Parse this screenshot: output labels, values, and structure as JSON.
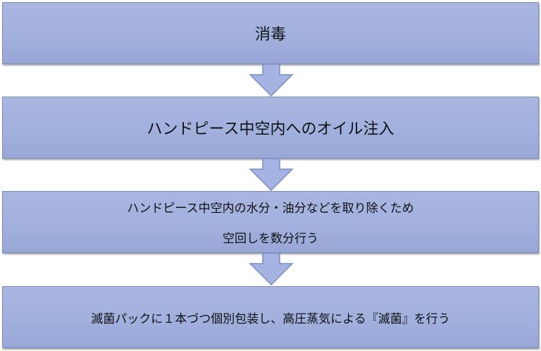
{
  "diagram": {
    "steps": [
      {
        "lines": [
          "消毒"
        ]
      },
      {
        "lines": [
          "ハンドピース中空内へのオイル注入"
        ]
      },
      {
        "lines": [
          "ハンドピース中空内の水分・油分などを取り除くため",
          "空回しを数分行う"
        ]
      },
      {
        "lines": [
          "滅菌パックに１本づつ個別包装し、高圧蒸気による『滅菌』を行う"
        ]
      }
    ],
    "colors": {
      "box_fill": "#a2b0de",
      "box_border": "#7a8bbd",
      "arrow_fill": "#a4b3e2",
      "arrow_border": "#7b8dc4"
    }
  }
}
